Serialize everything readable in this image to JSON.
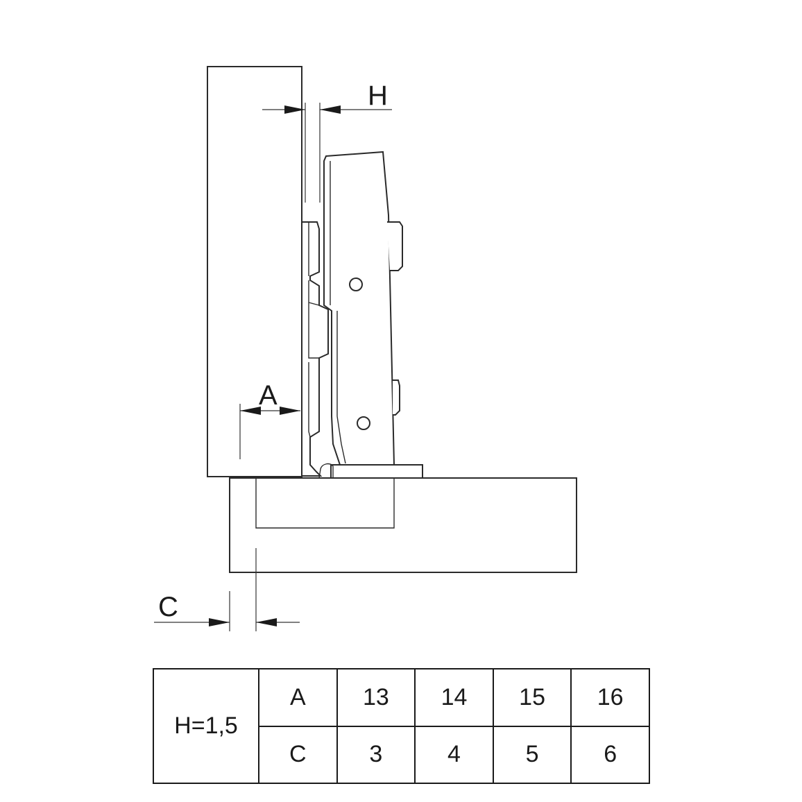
{
  "dimension_labels": {
    "h": "H",
    "a": "A",
    "c": "C"
  },
  "table": {
    "overlay": "H=1,5",
    "rows": [
      {
        "param": "A",
        "values": [
          "13",
          "14",
          "15",
          "16"
        ]
      },
      {
        "param": "C",
        "values": [
          "3",
          "4",
          "5",
          "6"
        ]
      }
    ]
  }
}
